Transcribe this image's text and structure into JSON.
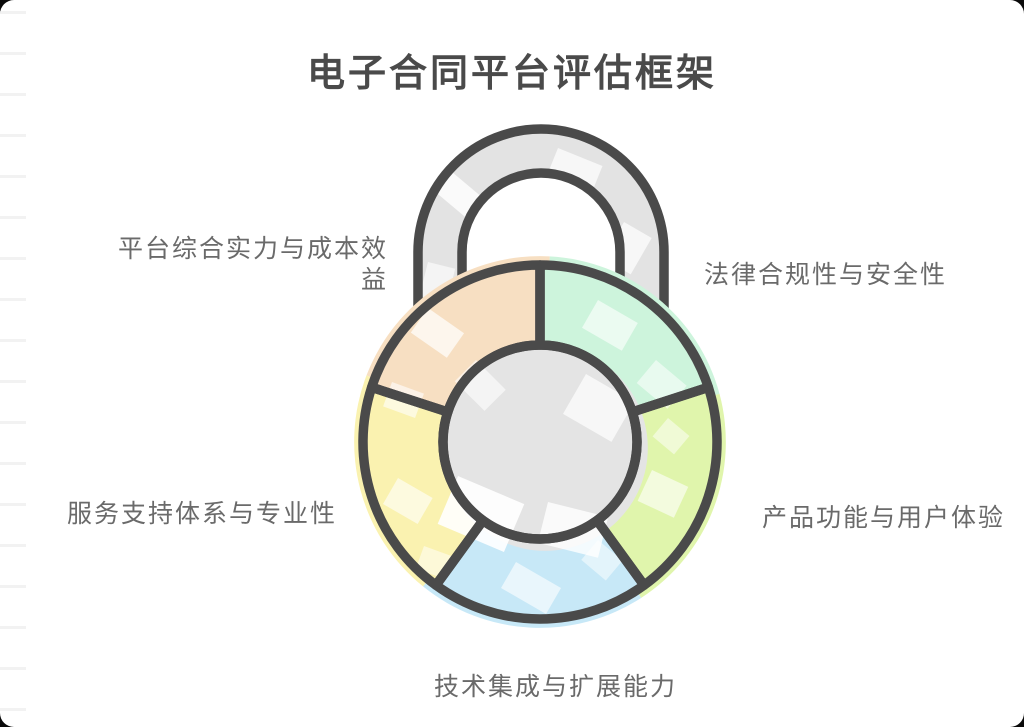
{
  "title": "电子合同平台评估框架",
  "diagram": {
    "type": "padlock-donut",
    "description": "padlock-shaped donut diagram with five evaluation segments",
    "stroke_color": "#4a4a4a",
    "shackle_color": "#e3e3e3",
    "center_color": "#e4e4e4",
    "background_color": "#ffffff",
    "title_color": "#4a4a4a",
    "label_color": "#6a6a6a",
    "segments": [
      {
        "id": "legal",
        "label": "法律合规性与安全性",
        "color": "#cdf4dc",
        "position": "top-right"
      },
      {
        "id": "product",
        "label": "产品功能与用户体验",
        "color": "#e0f5ac",
        "position": "right"
      },
      {
        "id": "tech",
        "label": "技术集成与扩展能力",
        "color": "#c7e8f7",
        "position": "bottom"
      },
      {
        "id": "service",
        "label": "服务支持体系与专业性",
        "color": "#faf2b0",
        "position": "left"
      },
      {
        "id": "platform",
        "label": "平台综合实力与成本效益",
        "color": "#f7dfc2",
        "position": "top-left"
      }
    ]
  }
}
